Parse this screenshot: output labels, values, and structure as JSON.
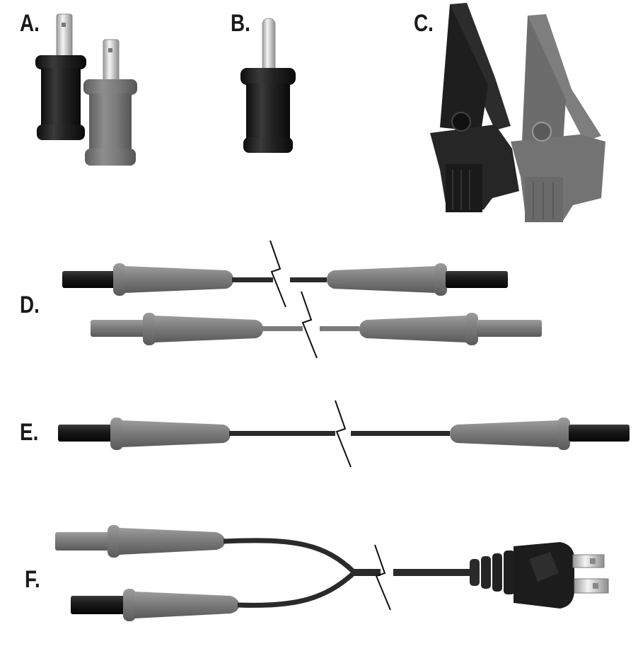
{
  "labels": {
    "a": "A.",
    "b": "B.",
    "c": "C.",
    "d": "D.",
    "e": "E.",
    "f": "F."
  },
  "colors": {
    "dark": "#2a2a2a",
    "black": "#111111",
    "gray": "#7a7a7a",
    "light_gray": "#a8a8a8",
    "pin": "#e6e6e6"
  }
}
